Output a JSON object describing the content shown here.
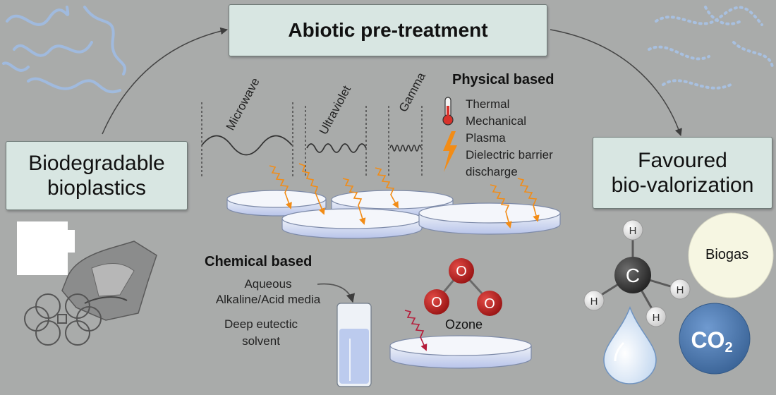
{
  "title": "Abiotic pre-treatment",
  "input": {
    "label_line1": "Biodegradable",
    "label_line2": "bioplastics"
  },
  "output": {
    "label_line1": "Favoured",
    "label_line2": "bio-valorization"
  },
  "radiation": {
    "microwave": "Microwave",
    "ultraviolet": "Ultraviolet",
    "gamma": "Gamma"
  },
  "physical": {
    "heading": "Physical based",
    "items": [
      "Thermal",
      "Mechanical",
      "Plasma",
      "Dielectric barrier",
      "discharge"
    ]
  },
  "chemical": {
    "heading": "Chemical based",
    "aqueous_line1": "Aqueous",
    "aqueous_line2": "Alkaline/Acid media",
    "des_line1": "Deep eutectic",
    "des_line2": "solvent",
    "ozone": "Ozone",
    "ozone_atom": "O"
  },
  "products": {
    "biogas": "Biogas",
    "methane_center": "C",
    "hydrogen": "H",
    "co2_main": "CO",
    "co2_sub": "2"
  },
  "colors": {
    "background": "#a9abaa",
    "box_fill": "#d8e6e2",
    "arrow_orange": "#f28c16",
    "ozone_red": "#c0201f",
    "co2_blue": "#4a76a8",
    "biogas_fill": "#f6f6e2"
  },
  "icons": [
    "thermometer-icon",
    "lightning-icon",
    "water-drop-icon",
    "methane-molecule-icon",
    "co2-sphere-icon"
  ]
}
